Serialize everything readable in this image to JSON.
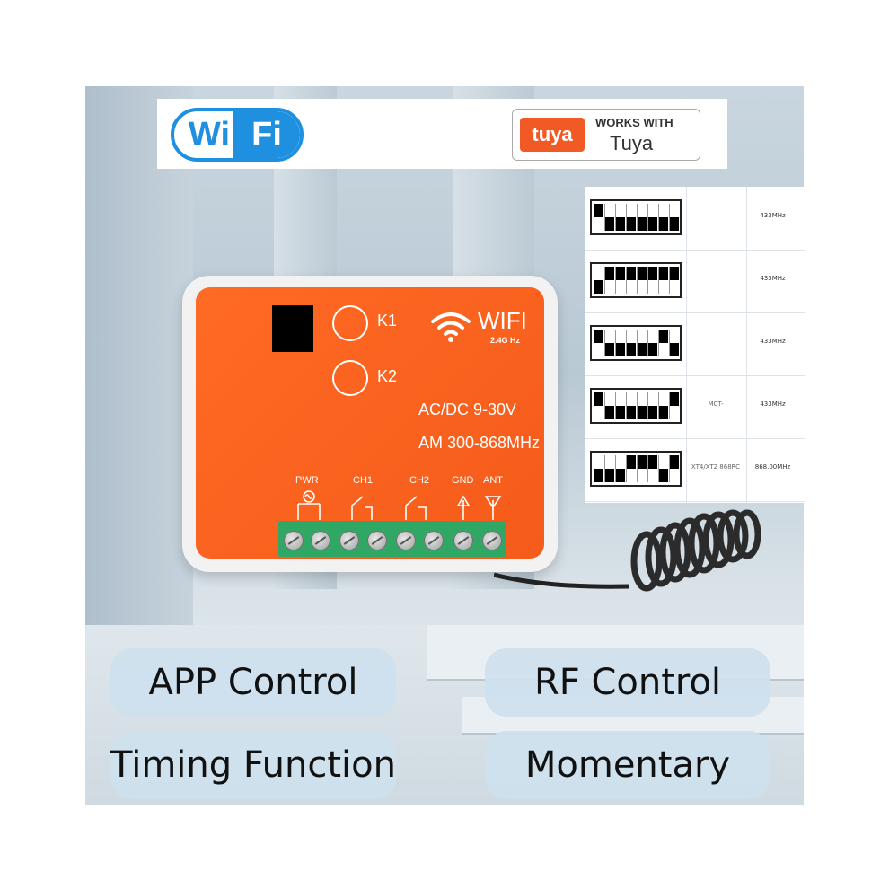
{
  "logos": {
    "wifi_left": "Wi",
    "wifi_right": "Fi",
    "tuya_mark": "tuya",
    "tuya_works_with": "WORKS WITH",
    "tuya_name": "Tuya"
  },
  "device": {
    "k1_label": "K1",
    "k2_label": "K2",
    "wifi_label": "WIFI",
    "wifi_band": "2.4G Hz",
    "voltage": "AC/DC 9-30V",
    "frequency": "AM 300-868MHz",
    "terminals": [
      "PWR",
      "CH1",
      "CH2",
      "GND",
      "ANT"
    ]
  },
  "compat_table": {
    "rows": [
      {
        "model": "",
        "freq": "433MHz",
        "dip": [
          0,
          1,
          1,
          1,
          1,
          1,
          1,
          1
        ]
      },
      {
        "model": "",
        "freq": "433MHz",
        "dip": [
          1,
          0,
          0,
          0,
          0,
          0,
          0,
          0
        ]
      },
      {
        "model": "",
        "freq": "433MHz",
        "dip": [
          0,
          1,
          1,
          1,
          1,
          1,
          0,
          1
        ]
      },
      {
        "model": "MCT-",
        "freq": "433MHz",
        "dip": [
          0,
          1,
          1,
          1,
          1,
          1,
          1,
          0
        ]
      },
      {
        "model": "XT4/XT2 868RC",
        "freq": "868.00MHz",
        "dip": [
          1,
          1,
          1,
          0,
          0,
          0,
          1,
          0
        ]
      }
    ]
  },
  "features": {
    "app_control": "APP Control",
    "rf_control": "RF Control",
    "timing_function": "Timing Function",
    "momentary": "Momentary"
  }
}
